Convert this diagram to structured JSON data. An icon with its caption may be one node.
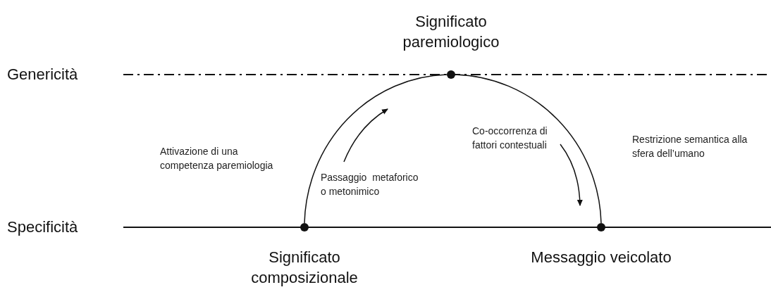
{
  "diagram": {
    "nodes": [
      {
        "text": [
          "Significato paremiologico"
        ]
      },
      {
        "text": [
          "Significato composizionale"
        ]
      },
      {
        "text": [
          "Messaggio veicolato"
        ]
      }
    ],
    "edges": [
      {
        "from": 1,
        "to": 0,
        "arrow": "none",
        "label": "Passaggio  metaforico o metonimico"
      },
      {
        "from": 0,
        "to": 2,
        "arrow": "none",
        "label": "Co-occorrenza di fattori contestuali"
      }
    ],
    "labels": [
      "Genericità",
      "Attivazione di una competenza paremiologia",
      "Restrizione semantica alla sfera dell’umano",
      "Specificità"
    ]
  }
}
